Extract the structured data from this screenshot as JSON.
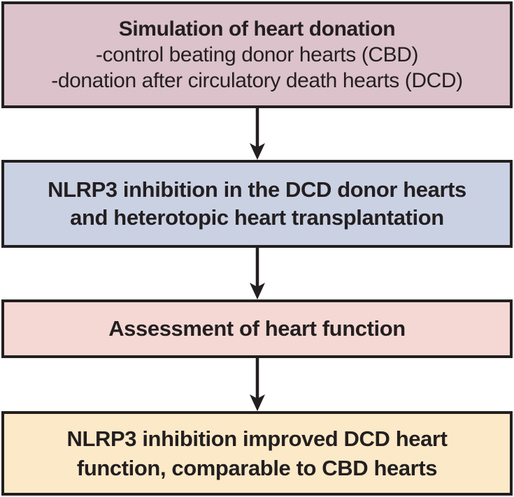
{
  "diagram": {
    "type": "flowchart",
    "background": "#ffffff",
    "border_color": "#231f20",
    "text_color": "#231f20",
    "arrow_color": "#231f20",
    "boxes": [
      {
        "id": "simulation-of-heart-donation",
        "fill": "#dcc2ca",
        "lines": [
          "Simulation of heart donation",
          "-control beating donor hearts (CBD)",
          "-donation after circulatory death hearts (DCD)"
        ]
      },
      {
        "id": "nlrp3-inhibition-transplantation",
        "fill": "#cad1e3",
        "lines": [
          "NLRP3 inhibition in the DCD donor hearts",
          "and heterotopic heart transplantation"
        ]
      },
      {
        "id": "assessment-of-heart-function",
        "fill": "#f5d8d3",
        "lines": [
          "Assessment of heart function"
        ]
      },
      {
        "id": "outcome",
        "fill": "#fce9c8",
        "lines": [
          "NLRP3 inhibition improved DCD heart",
          "function, comparable to CBD hearts"
        ]
      }
    ]
  }
}
